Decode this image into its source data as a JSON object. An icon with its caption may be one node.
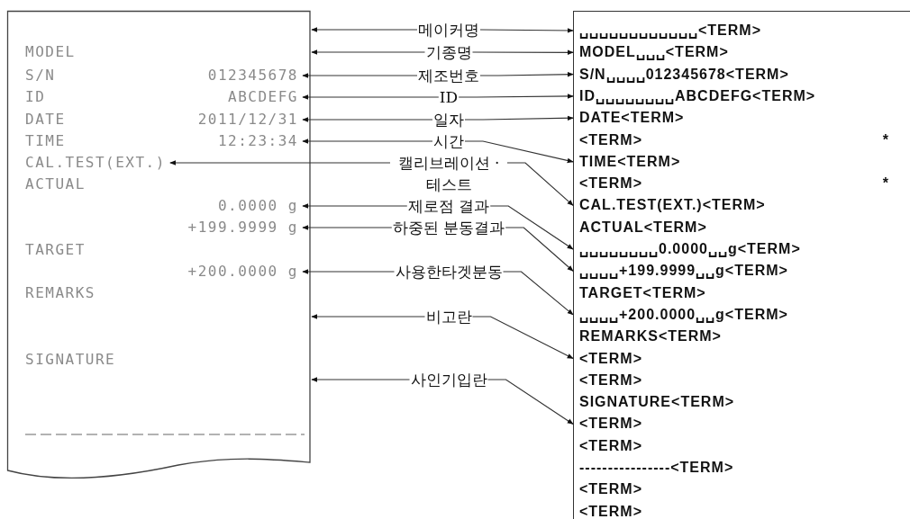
{
  "diagram": {
    "nodes": [
      {
        "text": [],
        "shape": "box"
      },
      {
        "text": [
          "MODEL"
        ],
        "in": 0
      },
      {
        "text": [
          "S/N",
          "012345678"
        ],
        "in": 0
      },
      {
        "text": [
          "ID",
          "ABCDEFG"
        ],
        "in": 0
      },
      {
        "text": [
          "DATE",
          "2011/12/31"
        ],
        "in": 0
      },
      {
        "text": [
          "TIME",
          "12:23:34"
        ],
        "in": 0
      },
      {
        "text": [
          "CAL.TEST(EXT.)"
        ],
        "in": 0
      },
      {
        "text": [
          "ACTUAL"
        ],
        "in": 0
      },
      {
        "text": [
          "0.0000 g"
        ],
        "in": 0
      },
      {
        "text": [
          "+199.9999 g"
        ],
        "in": 0
      },
      {
        "text": [
          "TARGET"
        ],
        "in": 0
      },
      {
        "text": [
          "+200.0000 g"
        ],
        "in": 0
      },
      {
        "text": [
          "REMARKS"
        ],
        "in": 0
      },
      {
        "text": [
          "SIGNATURE"
        ],
        "in": 0
      },
      {
        "text": [
          "메이커명"
        ]
      },
      {
        "text": [
          "기종명"
        ]
      },
      {
        "text": [
          "제조번호"
        ]
      },
      {
        "text": [
          "ID"
        ]
      },
      {
        "text": [
          "일자"
        ]
      },
      {
        "text": [
          "시간"
        ]
      },
      {
        "text": [
          "캘리브레이션 ·테스트"
        ]
      },
      {
        "text": [
          "제로점 결과"
        ]
      },
      {
        "text": [
          "하중된 분동결과"
        ]
      },
      {
        "text": [
          "사용한타겟분동"
        ]
      },
      {
        "text": [
          "비고란"
        ]
      },
      {
        "text": [
          "사인기입란"
        ]
      },
      {
        "text": [],
        "shape": "box"
      },
      {
        "text": [
          "␣␣␣␣␣␣␣␣␣␣␣␣<TERM>"
        ],
        "in": 26
      },
      {
        "text": [
          "MODEL␣␣␣<TERM>"
        ],
        "in": 26
      },
      {
        "text": [
          "S/N␣␣␣␣012345678<TERM>"
        ],
        "in": 26
      },
      {
        "text": [
          "ID␣␣␣␣␣␣␣␣ABCDEFG<TERM>"
        ],
        "in": 26
      },
      {
        "text": [
          "DATE<TERM>"
        ],
        "in": 26
      },
      {
        "text": [
          "<TERM>",
          "*"
        ],
        "in": 26
      },
      {
        "text": [
          "TIME<TERM>"
        ],
        "in": 26
      },
      {
        "text": [
          "<TERM>",
          "*"
        ],
        "in": 26
      },
      {
        "text": [
          "CAL.TEST(EXT.)<TERM>"
        ],
        "in": 26
      },
      {
        "text": [
          "ACTUAL<TERM>"
        ],
        "in": 26
      },
      {
        "text": [
          "␣␣␣␣␣␣␣␣0.0000␣␣g<TERM>"
        ],
        "in": 26
      },
      {
        "text": [
          "␣␣␣␣+199.9999␣␣g<TERM>"
        ],
        "in": 26
      },
      {
        "text": [
          "TARGET<TERM>"
        ],
        "in": 26
      },
      {
        "text": [
          "␣␣␣␣+200.0000␣␣g<TERM>"
        ],
        "in": 26
      },
      {
        "text": [
          "REMARKS<TERM>"
        ],
        "in": 26
      },
      {
        "text": [
          "<TERM>"
        ],
        "in": 26
      },
      {
        "text": [
          "<TERM>"
        ],
        "in": 26
      },
      {
        "text": [
          "SIGNATURE<TERM>"
        ],
        "in": 26
      },
      {
        "text": [
          "<TERM>"
        ],
        "in": 26
      },
      {
        "text": [
          "<TERM>"
        ],
        "in": 26
      },
      {
        "text": [
          "----------------<TERM>"
        ],
        "in": 26
      },
      {
        "text": [
          "<TERM>"
        ],
        "in": 26
      },
      {
        "text": [
          "<TERM>"
        ],
        "in": 26
      }
    ],
    "edges": [
      {
        "from": 14,
        "to": 0,
        "arrow": "to"
      },
      {
        "from": 15,
        "to": 0,
        "arrow": "to"
      },
      {
        "from": 16,
        "to": 2,
        "arrow": "to"
      },
      {
        "from": 17,
        "to": 3,
        "arrow": "to"
      },
      {
        "from": 18,
        "to": 4,
        "arrow": "to"
      },
      {
        "from": 19,
        "to": 5,
        "arrow": "to"
      },
      {
        "from": 20,
        "to": 6,
        "arrow": "to"
      },
      {
        "from": 21,
        "to": 8,
        "arrow": "to"
      },
      {
        "from": 22,
        "to": 9,
        "arrow": "to"
      },
      {
        "from": 23,
        "to": 11,
        "arrow": "to"
      },
      {
        "from": 24,
        "to": 0,
        "arrow": "to"
      },
      {
        "from": 25,
        "to": 0,
        "arrow": "to"
      },
      {
        "from": 14,
        "to": 27,
        "arrow": "to"
      },
      {
        "from": 15,
        "to": 28,
        "arrow": "to"
      },
      {
        "from": 16,
        "to": 29,
        "arrow": "to"
      },
      {
        "from": 17,
        "to": 30,
        "arrow": "to"
      },
      {
        "from": 18,
        "to": 31,
        "arrow": "to"
      },
      {
        "from": 19,
        "to": 33,
        "arrow": "to"
      },
      {
        "from": 20,
        "to": 35,
        "arrow": "to"
      },
      {
        "from": 21,
        "to": 37,
        "arrow": "to"
      },
      {
        "from": 22,
        "to": 38,
        "arrow": "to"
      },
      {
        "from": 23,
        "to": 40,
        "arrow": "to"
      },
      {
        "from": 24,
        "to": 42,
        "arrow": "to"
      },
      {
        "from": 25,
        "to": 45,
        "arrow": "to"
      }
    ]
  }
}
